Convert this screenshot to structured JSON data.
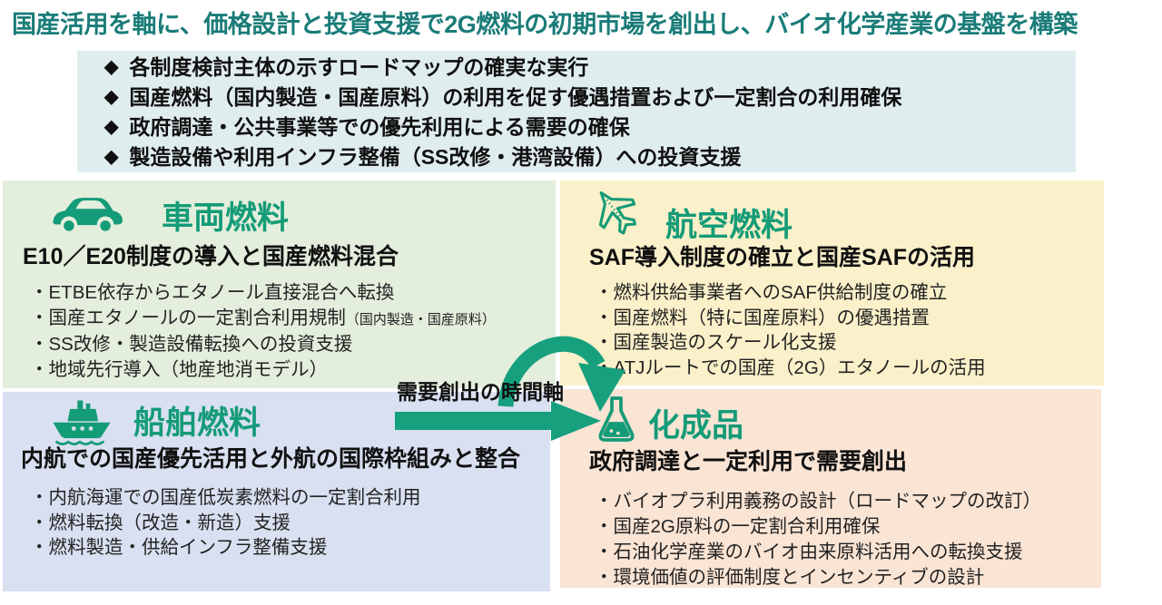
{
  "title": "国産活用を軸に、価格設計と投資支援で2G燃料の初期市場を創出し、バイオ化学産業の基盤を構築",
  "top_box": {
    "bullet_char": "◆",
    "items": [
      "各制度検討主体の示すロードマップの確実な実行",
      "国産燃料（国内製造・国産原料）の利用を促す優遇措置および一定割合の利用確保",
      "政府調達・公共事業等での優先利用による需要の確保",
      "製造設備や利用インフラ整備（SS改修・港湾設備）への投資支援"
    ]
  },
  "quadrants": {
    "vehicle": {
      "icon": "car-icon",
      "title": "車両燃料",
      "subtitle": "E10／E20制度の導入と国産燃料混合",
      "bullets": [
        "・ETBE依存からエタノール直接混合へ転換",
        "・国産エタノールの一定割合利用規制",
        "・SS改修・製造設備転換への投資支援",
        "・地域先行導入（地産地消モデル）"
      ],
      "bullet_1_note": "（国内製造・国産原料）"
    },
    "aviation": {
      "icon": "airplane-icon",
      "title": "航空燃料",
      "subtitle": "SAF導入制度の確立と国産SAFの活用",
      "bullets": [
        "・燃料供給事業者へのSAF供給制度の確立",
        "・国産燃料（特に国産原料）の優遇措置",
        "・国産製造のスケール化支援",
        "・ATJルートでの国産（2G）エタノールの活用"
      ]
    },
    "marine": {
      "icon": "ship-icon",
      "title": "船舶燃料",
      "subtitle": "内航での国産優先活用と外航の国際枠組みと整合",
      "bullets": [
        "・内航海運での国産低炭素燃料の一定割合利用",
        "・燃料転換（改造・新造）支援",
        "・燃料製造・供給インフラ整備支援"
      ]
    },
    "chemical": {
      "icon": "flask-icon",
      "title": "化成品",
      "subtitle": "政府調達と一定利用で需要創出",
      "bullets": [
        "・バイオプラ利用義務の設計（ロードマップの改訂）",
        "・国産2G原料の一定割合利用確保",
        "・石油化学産業のバイオ由来原料活用への転換支援",
        "・環境価値の評価制度とインセンティブの設計"
      ]
    }
  },
  "center_arrow": {
    "label": "需要創出の時間軸",
    "icons": [
      "curved-arrow-icon",
      "right-arrow-icon"
    ]
  },
  "colors": {
    "title_text": "#1A7C78",
    "section_heading": "#149B77",
    "icon_accent": "#149B77",
    "arrow": "#17A07E",
    "top_box_bg": "#E0EDEF",
    "vehicle_bg": "#E3EEDC",
    "aviation_bg": "#FAF0C9",
    "marine_bg": "#D8E0F1",
    "chemical_bg": "#FAE4D4",
    "body_text": "#222222"
  }
}
